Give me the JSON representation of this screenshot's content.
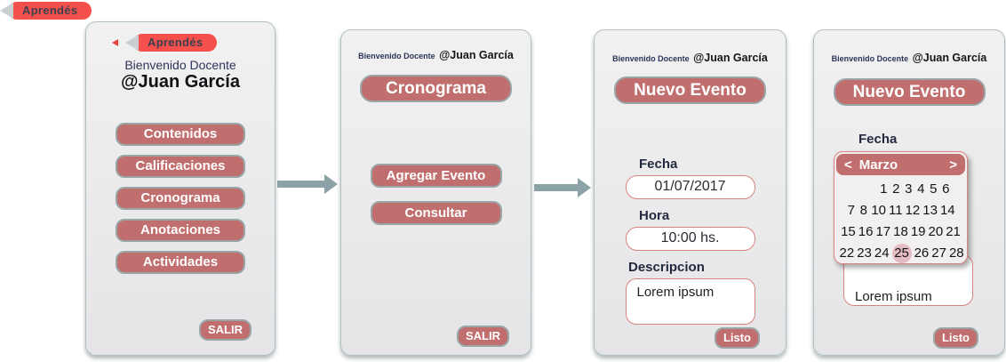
{
  "logo": {
    "label": "Aprendés"
  },
  "colors": {
    "accent_red": "#c06f6e",
    "brand_red": "#f5504c",
    "input_border": "#d9837e",
    "arrow": "#8ba3a7",
    "selected_day_bg": "#e5bcc1",
    "navy_text": "#2c3558"
  },
  "screens": [
    {
      "badge": "Aprendés",
      "welcome_line1": "Bienvenido Docente",
      "welcome_line2": "@Juan García",
      "menu": [
        "Contenidos",
        "Calificaciones",
        "Cronograma",
        "Anotaciones",
        "Actividades"
      ],
      "exit_label": "SALIR"
    },
    {
      "welcome_prefix": "Bienvenido Docente",
      "welcome_user": "@Juan García",
      "title": "Cronograma",
      "buttons": [
        "Agregar Evento",
        "Consultar"
      ],
      "exit_label": "SALIR"
    },
    {
      "welcome_prefix": "Bienvenido Docente",
      "welcome_user": "@Juan García",
      "title": "Nuevo Evento",
      "fields": {
        "fecha_label": "Fecha",
        "fecha_value": "01/07/2017",
        "hora_label": "Hora",
        "hora_value": "10:00 hs.",
        "descripcion_label": "Descripcion",
        "descripcion_value": "Lorem ipsum"
      },
      "done_label": "Listo"
    },
    {
      "welcome_prefix": "Bienvenido Docente",
      "welcome_user": "@Juan García",
      "title": "Nuevo Evento",
      "fecha_label": "Fecha",
      "calendar": {
        "prev": "<",
        "month": "Marzo",
        "next": ">",
        "rows": [
          [
            "1",
            "2",
            "3",
            "4",
            "5",
            "6"
          ],
          [
            "7",
            "8",
            "10",
            "11",
            "12",
            "13",
            "14"
          ],
          [
            "15",
            "16",
            "17",
            "18",
            "19",
            "20",
            "21"
          ],
          [
            "22",
            "23",
            "24",
            "25",
            "26",
            "27",
            "28"
          ]
        ],
        "selected": "25"
      },
      "descripcion_value": "Lorem ipsum",
      "done_label": "Listo"
    }
  ]
}
